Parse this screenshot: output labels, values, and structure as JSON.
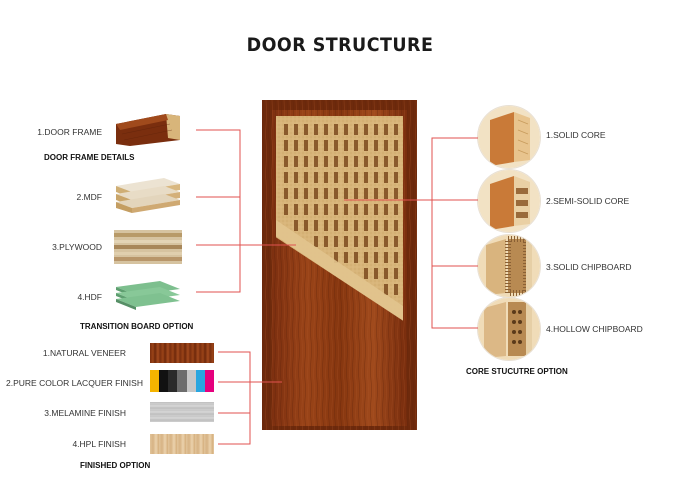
{
  "title": "DOOR STRUCTURE",
  "colors": {
    "connector": "#e0524f",
    "door_wood": "#8e3a14",
    "frame_wood": "#7a2f10",
    "mdf_panel": "#d9b880",
    "core_panel": "#e6c995"
  },
  "left_panel": {
    "frame": {
      "label": "1.DOOR FRAME",
      "section": "DOOR FRAME DETAILS"
    },
    "transition": {
      "items": [
        {
          "label": "2.MDF"
        },
        {
          "label": "3.PLYWOOD"
        },
        {
          "label": "4.HDF"
        }
      ],
      "section": "TRANSITION BOARD OPTION"
    },
    "finishes": {
      "items": [
        {
          "label": "1.NATURAL VENEER"
        },
        {
          "label": "2.PURE COLOR LACQUER FINISH"
        },
        {
          "label": "3.MELAMINE FINISH"
        },
        {
          "label": "4.HPL FINISH"
        }
      ],
      "section": "FINISHED OPTION",
      "lacquer_swatches": [
        "#f5b400",
        "#111111",
        "#2a2a2a",
        "#6d6d6d",
        "#c7c7c7",
        "#29a6e0",
        "#e5007e"
      ]
    }
  },
  "right_panel": {
    "items": [
      {
        "label": "1.SOLID CORE"
      },
      {
        "label": "2.SEMI-SOLID CORE"
      },
      {
        "label": "3.SOLID CHIPBOARD"
      },
      {
        "label": "4.HOLLOW CHIPBOARD"
      }
    ],
    "section": "CORE STUCUTRE OPTION"
  }
}
